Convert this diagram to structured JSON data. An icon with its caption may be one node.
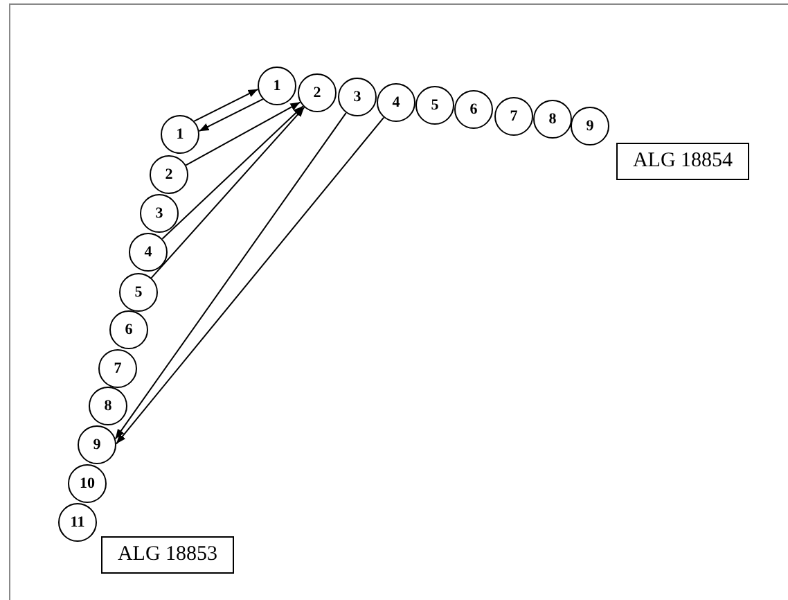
{
  "diagram": {
    "nodes": [
      {
        "text": [
          "1"
        ]
      },
      {
        "text": [
          "2"
        ]
      },
      {
        "text": [
          "3"
        ]
      },
      {
        "text": [
          "4"
        ]
      },
      {
        "text": [
          "5"
        ]
      },
      {
        "text": [
          "6"
        ]
      },
      {
        "text": [
          "7"
        ]
      },
      {
        "text": [
          "8"
        ]
      },
      {
        "text": [
          "9"
        ]
      },
      {
        "text": [
          "1"
        ]
      },
      {
        "text": [
          "2"
        ]
      },
      {
        "text": [
          "3"
        ]
      },
      {
        "text": [
          "4"
        ]
      },
      {
        "text": [
          "5"
        ]
      },
      {
        "text": [
          "6"
        ]
      },
      {
        "text": [
          "7"
        ]
      },
      {
        "text": [
          "8"
        ]
      },
      {
        "text": [
          "9"
        ]
      },
      {
        "text": [
          "10"
        ]
      },
      {
        "text": [
          "11"
        ]
      },
      {
        "text": [
          "ALG 18854"
        ]
      },
      {
        "text": [
          "ALG 18853"
        ]
      }
    ],
    "edges": [
      {
        "from": 9,
        "to": 0,
        "arrow": "to"
      },
      {
        "from": 0,
        "to": 9,
        "arrow": "to"
      },
      {
        "from": 10,
        "to": 1,
        "arrow": "to"
      },
      {
        "from": 12,
        "to": 1,
        "arrow": "to"
      },
      {
        "from": 13,
        "to": 1,
        "arrow": "to"
      },
      {
        "from": 2,
        "to": 17,
        "arrow": "to"
      },
      {
        "from": 3,
        "to": 17,
        "arrow": "to"
      }
    ]
  }
}
